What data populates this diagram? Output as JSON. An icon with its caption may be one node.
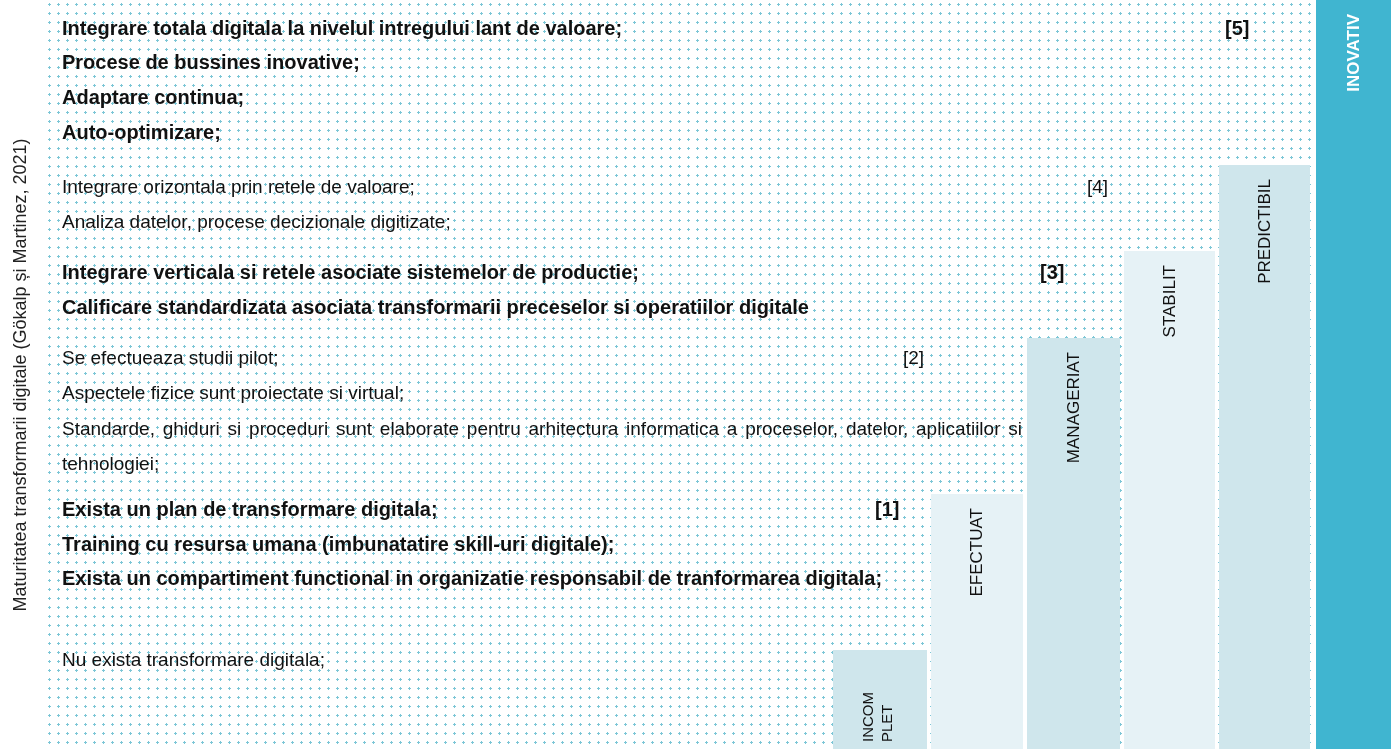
{
  "diagram": {
    "nodes": [
      {
        "text": [
          "INCOM PLET"
        ]
      },
      {
        "text": [
          "EFECTUAT"
        ]
      },
      {
        "text": [
          "MANAGERIAT"
        ]
      },
      {
        "text": [
          "STABILIT"
        ]
      },
      {
        "text": [
          "PREDICTIBIL"
        ]
      },
      {
        "text": [
          "INOVATIV"
        ]
      }
    ],
    "edges": [],
    "labels": [
      "Maturitatea transformarii digitale (Gökalp și Martinez, 2021)",
      "Integrare totala digitala la nivelul intregului lant de valoare;",
      "[5]",
      "Procese de bussines inovative;",
      "Adaptare continua;",
      "Auto-optimizare;",
      "Integrare orizontala prin retele de valoare;",
      "[4]",
      "Analiza datelor, procese decizionale digitizate;",
      "Integrare verticala si retele asociate sistemelor de productie;",
      "[3]",
      "Calificare standardizata asociata transformarii preceselor si operatiilor digitale",
      "Se efectueaza studii pilot;",
      "[2]",
      "Aspectele fizice sunt proiectate si virtual;",
      "Standarde, ghiduri si proceduri sunt elaborate pentru arhitectura informatica a proceselor, datelor, aplicatiilor si tehnologiei;",
      "Exista un plan de transformare digitala;",
      "[1]",
      "Training cu resursa umana (imbunatatire skill-uri digitale);",
      "Exista un compartiment functional in organizatie responsabil de tranformarea digitala;",
      "Nu exista transformare digitala;"
    ]
  }
}
